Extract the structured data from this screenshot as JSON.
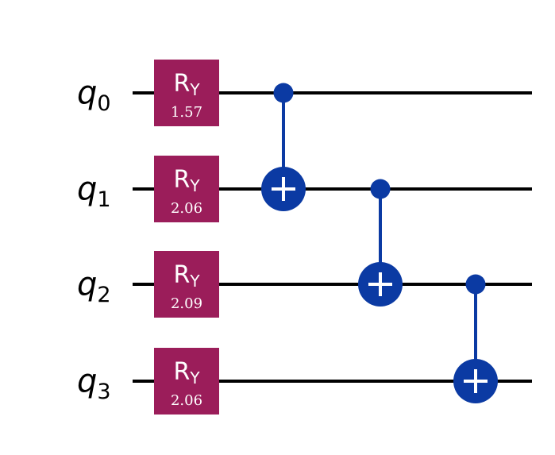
{
  "qubits": [
    {
      "name": "q",
      "index": "0"
    },
    {
      "name": "q",
      "index": "1"
    },
    {
      "name": "q",
      "index": "2"
    },
    {
      "name": "q",
      "index": "3"
    }
  ],
  "gates": [
    {
      "type": "RY",
      "label": "R",
      "sub": "Y",
      "qubit": 0,
      "param": "1.57"
    },
    {
      "type": "RY",
      "label": "R",
      "sub": "Y",
      "qubit": 1,
      "param": "2.06"
    },
    {
      "type": "RY",
      "label": "R",
      "sub": "Y",
      "qubit": 2,
      "param": "2.09"
    },
    {
      "type": "RY",
      "label": "R",
      "sub": "Y",
      "qubit": 3,
      "param": "2.06"
    }
  ],
  "cnots": [
    {
      "control": 0,
      "target": 1
    },
    {
      "control": 1,
      "target": 2
    },
    {
      "control": 2,
      "target": 3
    }
  ],
  "colors": {
    "wire": "#000000",
    "ry_gate": "#9b1d5a",
    "cnot": "#0b3aa3",
    "gate_text": "#ffffff"
  }
}
